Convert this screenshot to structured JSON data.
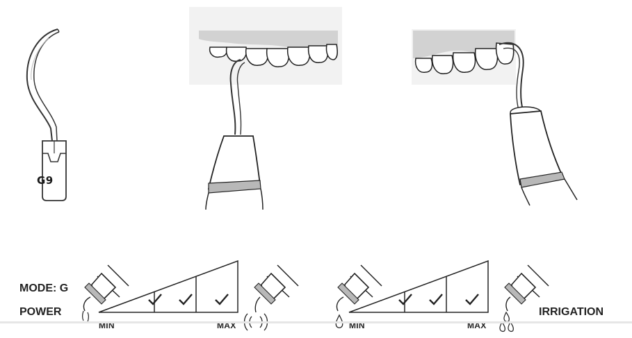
{
  "tip": {
    "code": "G9"
  },
  "settings": {
    "mode_label": "MODE: G",
    "power": {
      "label": "POWER",
      "min_label": "MIN",
      "max_label": "MAX",
      "levels_checked": [
        true,
        true,
        true
      ]
    },
    "irrigation": {
      "label": "IRRIGATION",
      "min_label": "MIN",
      "max_label": "MAX",
      "levels_checked": [
        true,
        true,
        true
      ]
    }
  },
  "icons": {
    "check": "checkmark-icon",
    "vibration": "vibration-waves-icon",
    "droplet": "water-drop-icon"
  }
}
